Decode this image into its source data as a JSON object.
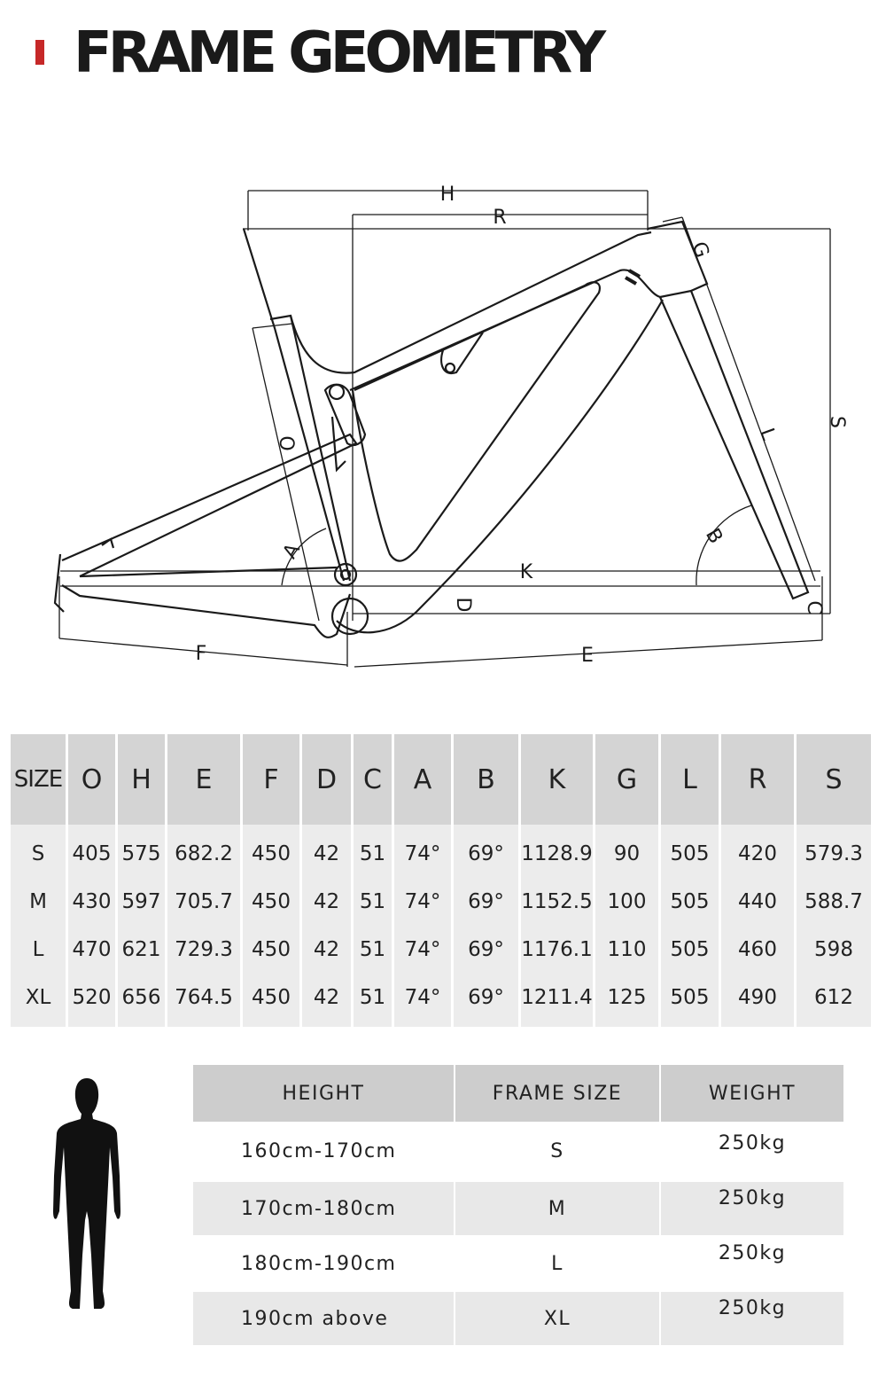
{
  "header": {
    "title": "FRAME GEOMETRY",
    "accent_color": "#c62828"
  },
  "diagram": {
    "labels": {
      "H": "H",
      "R": "R",
      "G": "G",
      "S": "S",
      "L": "L",
      "B": "B",
      "K": "K",
      "A": "A",
      "D": "D",
      "C": "C",
      "F": "F",
      "E": "E",
      "O": "O"
    }
  },
  "geometry_table": {
    "columns": [
      "SIZE",
      "O",
      "H",
      "E",
      "F",
      "D",
      "C",
      "A",
      "B",
      "K",
      "G",
      "L",
      "R",
      "S"
    ],
    "rows": [
      [
        "S",
        "405",
        "575",
        "682.2",
        "450",
        "42",
        "51",
        "74°",
        "69°",
        "1128.9",
        "90",
        "505",
        "420",
        "579.3"
      ],
      [
        "M",
        "430",
        "597",
        "705.7",
        "450",
        "42",
        "51",
        "74°",
        "69°",
        "1152.5",
        "100",
        "505",
        "440",
        "588.7"
      ],
      [
        "L",
        "470",
        "621",
        "729.3",
        "450",
        "42",
        "51",
        "74°",
        "69°",
        "1176.1",
        "110",
        "505",
        "460",
        "598"
      ],
      [
        "XL",
        "520",
        "656",
        "764.5",
        "450",
        "42",
        "51",
        "74°",
        "69°",
        "1211.4",
        "125",
        "505",
        "490",
        "612"
      ]
    ]
  },
  "size_table": {
    "headers": [
      "HEIGHT",
      "FRAME SIZE",
      "WEIGHT"
    ],
    "rows": [
      {
        "height": "160cm-170cm",
        "frame_size": "S",
        "weight": "250kg"
      },
      {
        "height": "170cm-180cm",
        "frame_size": "M",
        "weight": "250kg"
      },
      {
        "height": "180cm-190cm",
        "frame_size": "L",
        "weight": "250kg"
      },
      {
        "height": "190cm above",
        "frame_size": "XL",
        "weight": "250kg"
      }
    ]
  }
}
